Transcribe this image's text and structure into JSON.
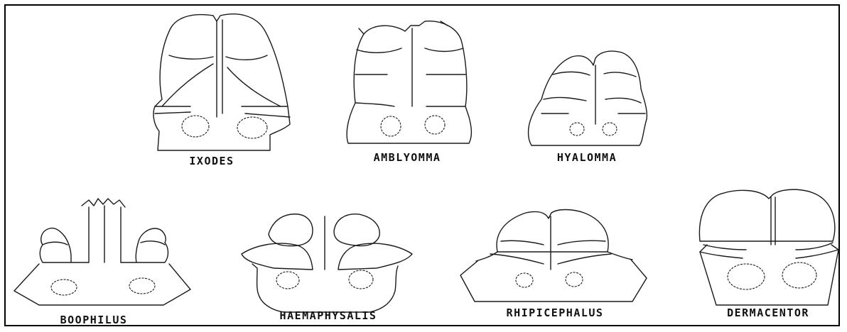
{
  "figure": {
    "specimens": [
      {
        "label": "IXODES"
      },
      {
        "label": "AMBLYOMMA"
      },
      {
        "label": "HYALOMMA"
      },
      {
        "label": "BOOPHILUS"
      },
      {
        "label": "HAEMAPHYSALIS"
      },
      {
        "label": "RHIPICEPHALUS"
      },
      {
        "label": "DERMACENTOR"
      }
    ]
  }
}
